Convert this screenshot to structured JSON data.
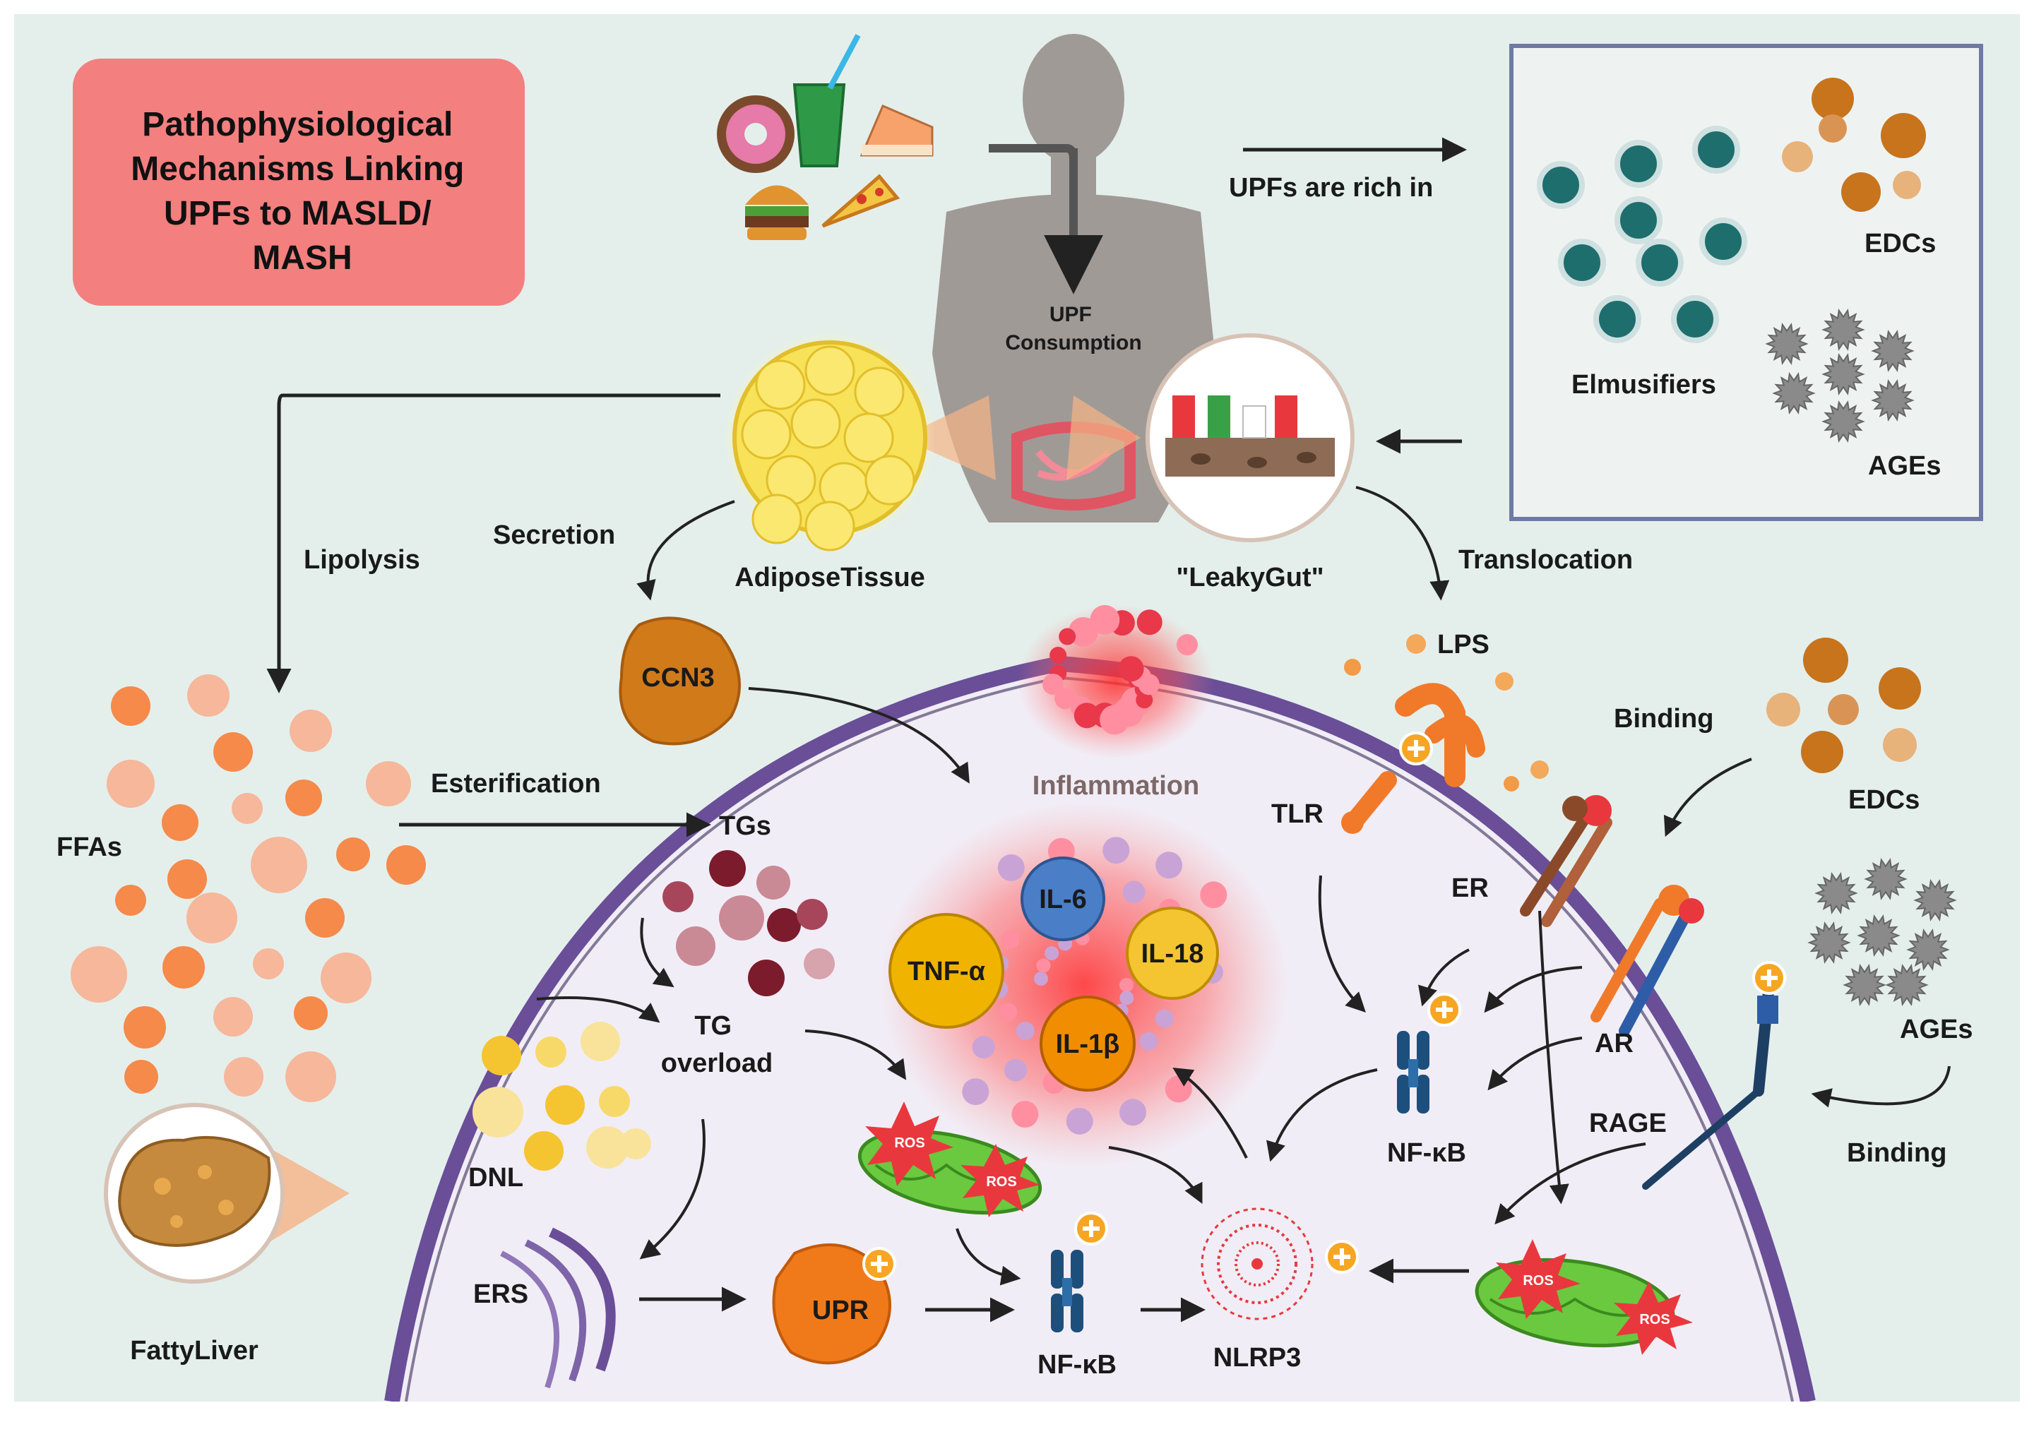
{
  "title": "Pathophysiological Mechanisms Linking UPFs to MASLD/ MASH",
  "title_lines": [
    "Pathophysiological",
    "Mechanisms Linking",
    "UPFs to MASLD/",
    "MASH"
  ],
  "colors": {
    "background": "#e4efec",
    "title_box": "#f47f7f",
    "cell_fill": "#f1edf6",
    "membrane": "#6a4e98",
    "arrow": "#222222",
    "ffa_orange": "#f58a4a",
    "ffa_peach": "#f6b79a",
    "emulsifier": "#1e6e6e",
    "edc": "#c7741d",
    "age": "#8a8a8a",
    "inflammation": "#ff4d4d",
    "mito": "#6ac93f"
  },
  "labels": {
    "upf_consumption": [
      "UPF",
      "Consumption"
    ],
    "upfs_rich_in": "UPFs are rich in",
    "emulsifiers": "Elmusifiers",
    "edcs_top": "EDCs",
    "ages_top": "AGEs",
    "adipose_tissue": "AdiposeTissue",
    "leaky_gut": "\"LeakyGut\"",
    "secretion": "Secretion",
    "lipolysis": "Lipolysis",
    "translocation": "Translocation",
    "ccn3": "CCN3",
    "lps": "LPS",
    "binding_top": "Binding",
    "edcs_right": "EDCs",
    "ffas": "FFAs",
    "esterification": "Esterification",
    "tgs": "TGs",
    "inflammation": "Inflammation",
    "tlr": "TLR",
    "er": "ER",
    "ar": "AR",
    "rage": "RAGE",
    "ages_right": "AGEs",
    "binding_bottom": "Binding",
    "il6": "IL-6",
    "tnfa": "TNF-α",
    "il18": "IL-18",
    "il1b": "IL-1β",
    "tg_overload": [
      "TG",
      "overload"
    ],
    "dnl": "DNL",
    "fatty_liver": "FattyLiver",
    "ers": "ERS",
    "upr": "UPR",
    "nfkb_bottom": "NF-κB",
    "nfkb_right": "NF-κB",
    "nlrp3": "NLRP3",
    "ros": "ROS"
  },
  "icons": [
    "donut-icon",
    "green-drink-icon",
    "cake-slice-icon",
    "burger-icon",
    "pizza-slice-icon",
    "human-torso-icon",
    "intestine-icon",
    "adipocyte-icon",
    "gut-barrier-icon",
    "fatty-liver-icon",
    "mitochondria-icon",
    "nfkb-dimer-icon",
    "nlrp3-inflammasome-icon",
    "endoplasmic-reticulum-icon",
    "receptor-icon",
    "plus-badge-icon"
  ]
}
